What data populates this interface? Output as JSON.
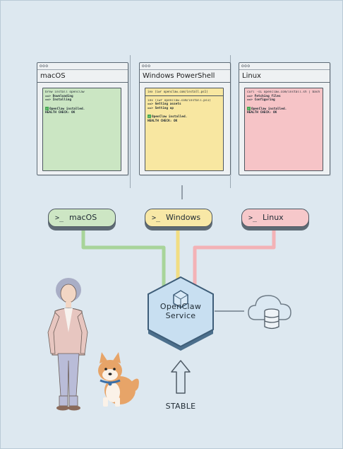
{
  "terminals": [
    {
      "title": "macOS",
      "headline": "",
      "lines": [
        "brew install openclaw",
        "==> Downloading",
        "==> Installing"
      ],
      "result": "OpenClaw installed.",
      "health": "HEALTH CHECK: OK",
      "color": "#cbe6c3"
    },
    {
      "title": "Windows PowerShell",
      "headline": "iex (iwr openclaw.com/install.ps1)",
      "lines": [
        "iex (iwr openclaw.com/install.ps1)",
        "==> Getting assets",
        "==> Setting up"
      ],
      "result": "OpenClaw installed.",
      "health": "HEALTH CHECK: OK",
      "color": "#f8e7a1"
    },
    {
      "title": "Linux",
      "headline": "",
      "lines": [
        "curl -sL openclaw.com/install.sh | bash",
        "==> Fetching files",
        "==> Configuring"
      ],
      "result": "OpenClaw installed.",
      "health": "HEALTH CHECK: OK",
      "color": "#f6c4c7"
    }
  ],
  "window_dots": "ooo",
  "platforms": [
    {
      "prompt": ">_",
      "label": "macOS",
      "color": "#cde6c4"
    },
    {
      "prompt": ">_",
      "label": "Windows",
      "color": "#f8e8a6"
    },
    {
      "prompt": ">_",
      "label": "Linux",
      "color": "#f6c8ca"
    }
  ],
  "service": {
    "line1": "OpenClaw",
    "line2": "Service"
  },
  "footer_label": "STABLE",
  "icons": [
    "cube-icon",
    "cloud-database-icon",
    "up-arrow-icon"
  ]
}
